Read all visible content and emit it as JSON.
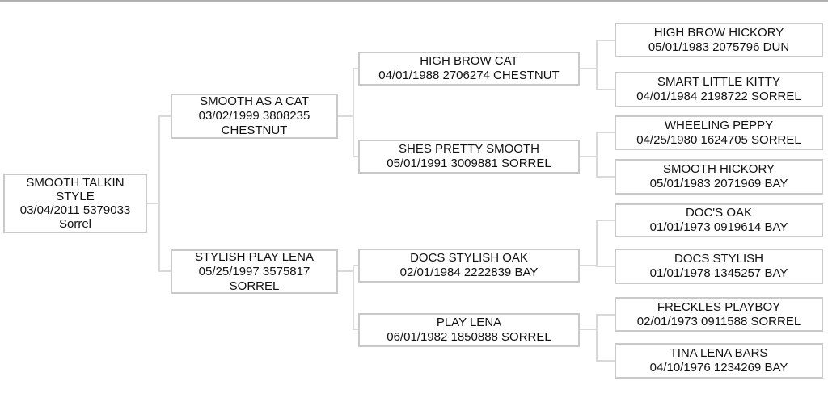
{
  "pedigree": {
    "subject": {
      "lines": [
        "SMOOTH TALKIN",
        "STYLE",
        "03/04/2011 5379033",
        "Sorrel"
      ]
    },
    "sire": {
      "lines": [
        "SMOOTH AS A CAT",
        "03/02/1999 3808235",
        "CHESTNUT"
      ]
    },
    "dam": {
      "lines": [
        "STYLISH PLAY LENA",
        "05/25/1997 3575817",
        "SORREL"
      ]
    },
    "sire_sire": {
      "lines": [
        "HIGH BROW CAT",
        "04/01/1988 2706274 CHESTNUT"
      ]
    },
    "sire_dam": {
      "lines": [
        "SHES PRETTY SMOOTH",
        "05/01/1991 3009881 SORREL"
      ]
    },
    "dam_sire": {
      "lines": [
        "DOCS STYLISH OAK",
        "02/01/1984 2222839 BAY"
      ]
    },
    "dam_dam": {
      "lines": [
        "PLAY LENA",
        "06/01/1982 1850888 SORREL"
      ]
    },
    "sire_sire_sire": {
      "lines": [
        "HIGH BROW HICKORY",
        "05/01/1983 2075796 DUN"
      ]
    },
    "sire_sire_dam": {
      "lines": [
        "SMART LITTLE KITTY",
        "04/01/1984 2198722 SORREL"
      ]
    },
    "sire_dam_sire": {
      "lines": [
        "WHEELING PEPPY",
        "04/25/1980 1624705 SORREL"
      ]
    },
    "sire_dam_dam": {
      "lines": [
        "SMOOTH HICKORY",
        "05/01/1983 2071969 BAY"
      ]
    },
    "dam_sire_sire": {
      "lines": [
        "DOC'S OAK",
        "01/01/1973 0919614 BAY"
      ]
    },
    "dam_sire_dam": {
      "lines": [
        "DOCS STYLISH",
        "01/01/1978 1345257 BAY"
      ]
    },
    "dam_dam_sire": {
      "lines": [
        "FRECKLES PLAYBOY",
        "02/01/1973 0911588 SORREL"
      ]
    },
    "dam_dam_dam": {
      "lines": [
        "TINA LENA BARS",
        "04/10/1976 1234269 BAY"
      ]
    }
  },
  "colors": {
    "background": "#ffffff",
    "box_border": "#c9c9c9",
    "connector_line": "#d9d9d9",
    "top_rule": "#b0b0b0",
    "text": "#111111"
  }
}
